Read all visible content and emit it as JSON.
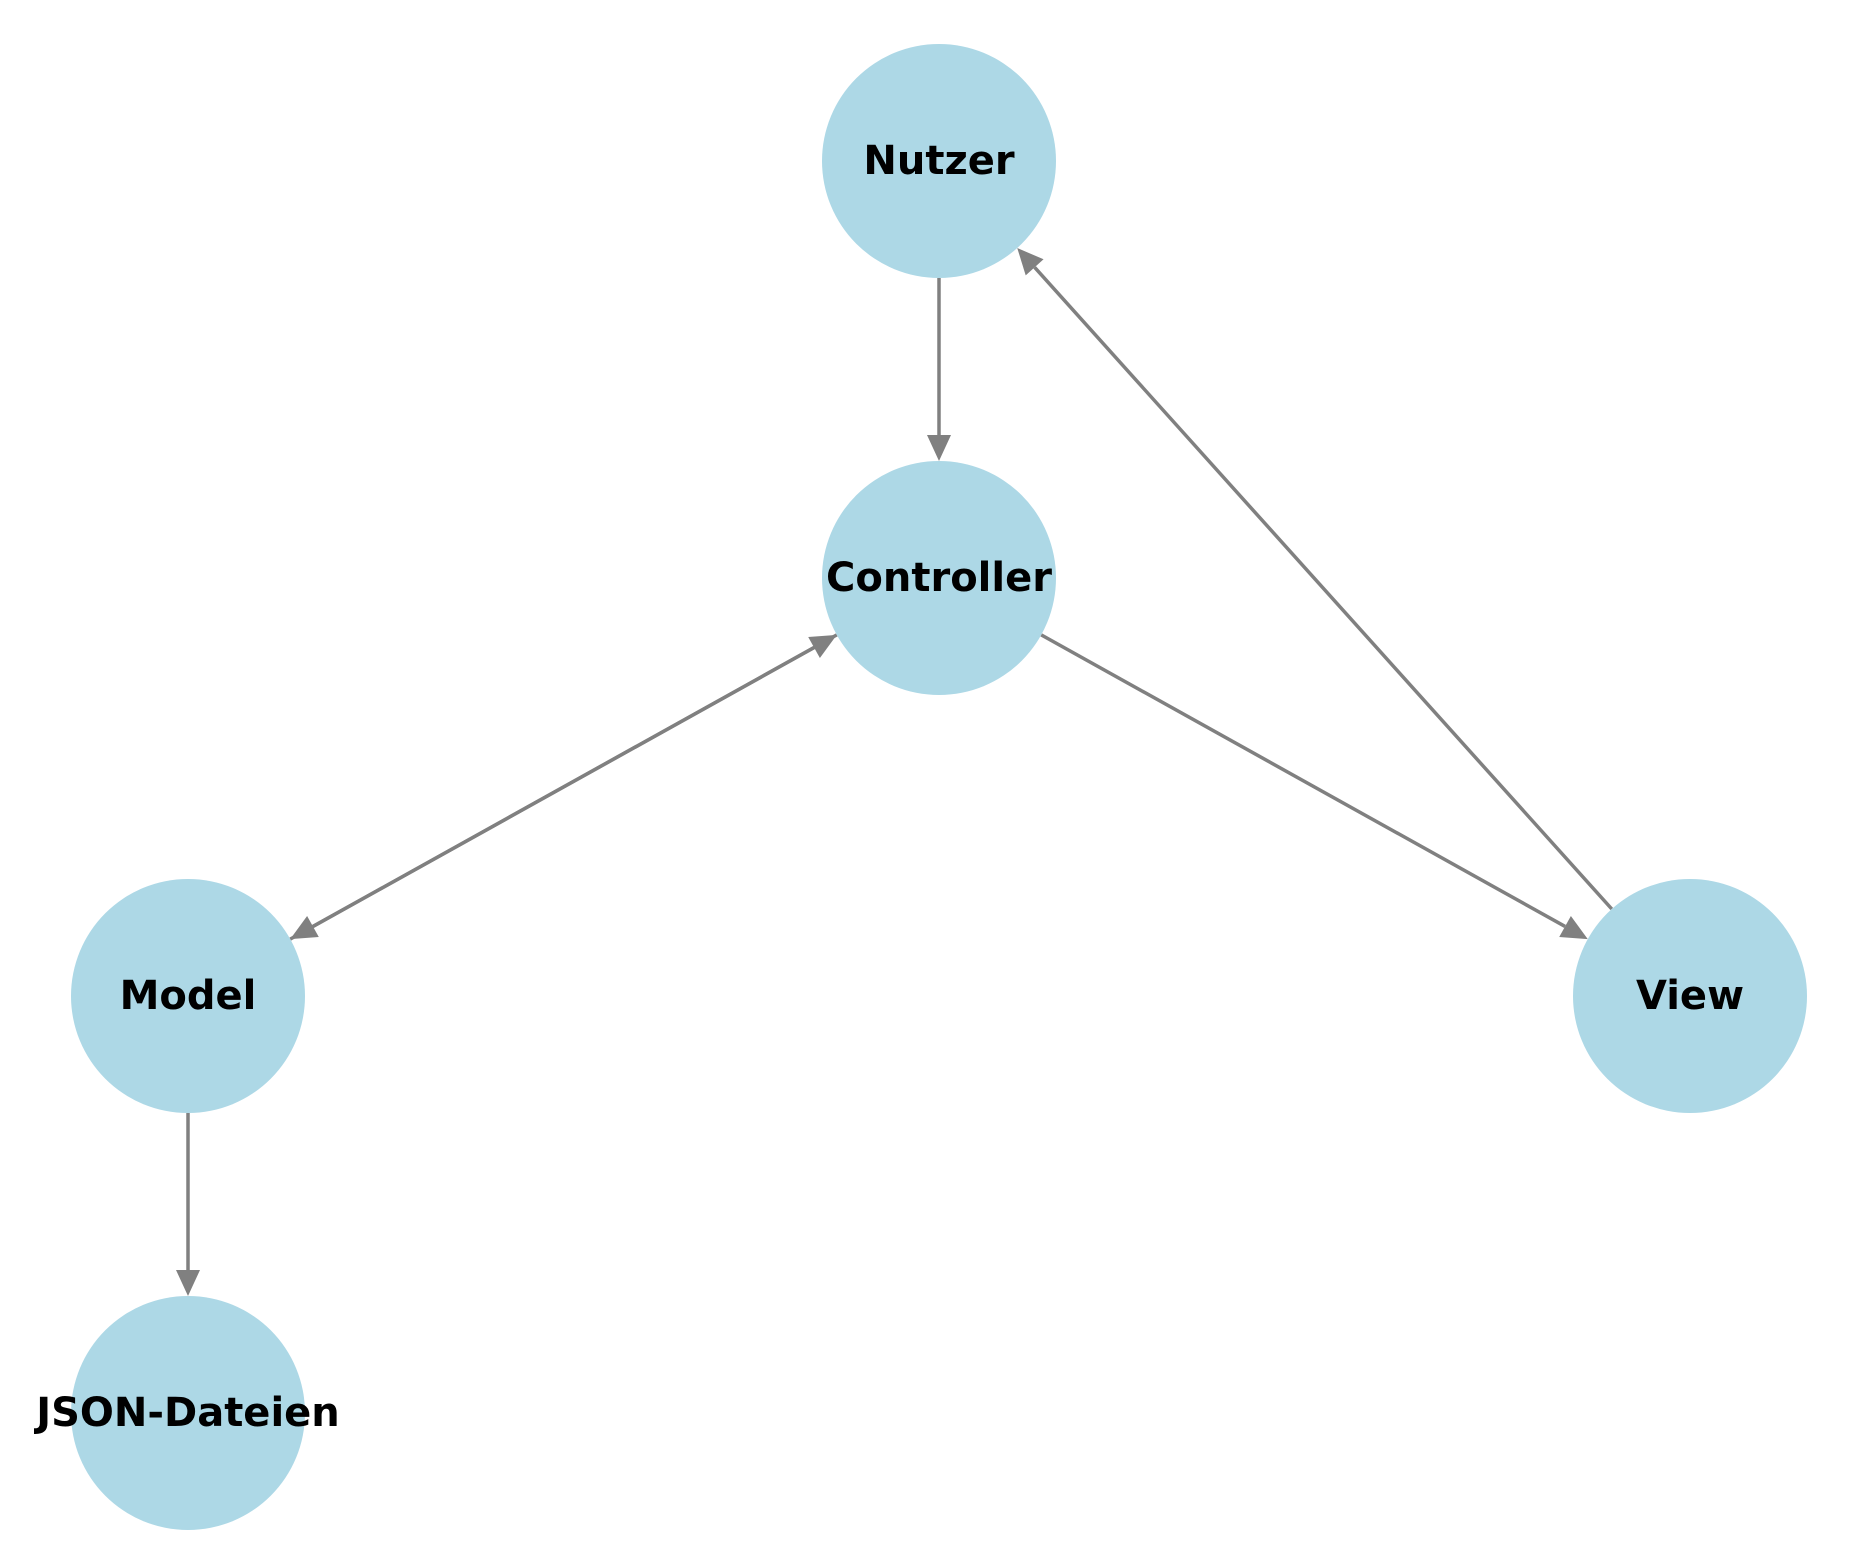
{
  "diagram": {
    "type": "directed-graph",
    "colors": {
      "node_fill": "#ADD8E6",
      "edge": "#808080",
      "label": "#000000",
      "background": "#FFFFFF"
    },
    "nodes": [
      {
        "id": "nutzer",
        "label": "Nutzer"
      },
      {
        "id": "controller",
        "label": "Controller"
      },
      {
        "id": "model",
        "label": "Model"
      },
      {
        "id": "view",
        "label": "View"
      },
      {
        "id": "json",
        "label": "JSON-Dateien"
      }
    ],
    "edges": [
      {
        "from": "nutzer",
        "to": "controller"
      },
      {
        "from": "controller",
        "to": "model"
      },
      {
        "from": "model",
        "to": "controller"
      },
      {
        "from": "controller",
        "to": "view"
      },
      {
        "from": "view",
        "to": "nutzer"
      },
      {
        "from": "model",
        "to": "json"
      }
    ]
  }
}
